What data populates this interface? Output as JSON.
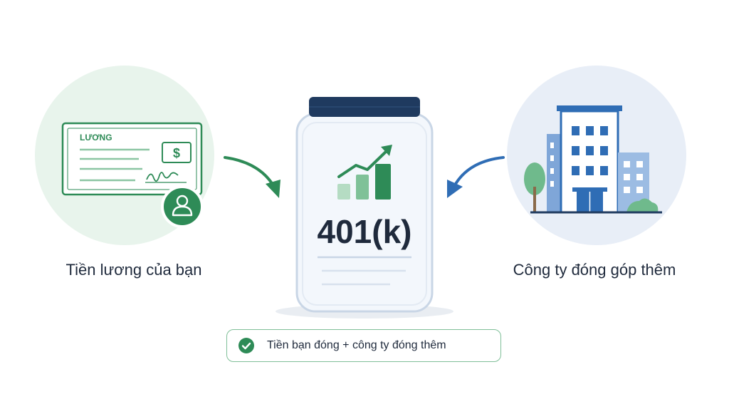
{
  "salary": {
    "caption": "Tiền lương của bạn",
    "check_title": "LƯƠNG",
    "currency_symbol": "$",
    "icon": "paycheck-icon",
    "person_icon": "user-icon"
  },
  "jar": {
    "label": "401(k)",
    "icon": "growth-chart-icon"
  },
  "employer": {
    "caption": "Công ty đóng góp thêm",
    "icon": "office-building-icon"
  },
  "summary": {
    "text": "Tiền bạn đóng + công ty đóng thêm",
    "icon": "check-circle-icon"
  },
  "colors": {
    "green": "#2e8b57",
    "green_light": "#e8f4ec",
    "blue": "#2f6db5",
    "blue_light": "#e8eef7",
    "navy": "#1f3a5f"
  }
}
